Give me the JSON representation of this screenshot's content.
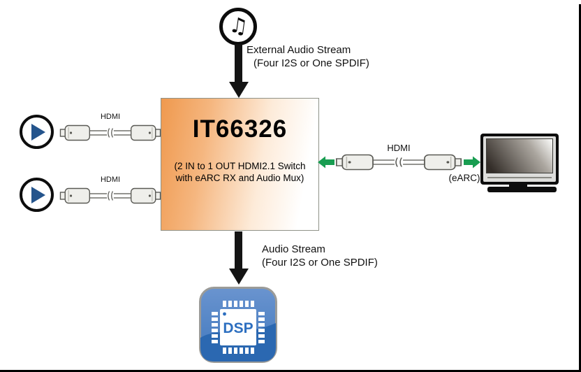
{
  "figure": {
    "top_source": {
      "icon": "music-note-icon",
      "glyph": "♫",
      "label_line1": "External Audio Stream",
      "label_line2": "(Four I2S or One SPDIF)"
    },
    "chip": {
      "name": "IT66326",
      "description_line1": "(2 IN to 1 OUT HDMI2.1 Switch",
      "description_line2": "with eARC RX and Audio Mux)"
    },
    "hdmi_inputs": [
      {
        "icon": "play-icon",
        "cable_label": "HDMI"
      },
      {
        "icon": "play-icon",
        "cable_label": "HDMI"
      }
    ],
    "hdmi_output": {
      "cable_label": "HDMI",
      "earc_label": "(eARC)",
      "sink_icon": "tv-icon"
    },
    "bottom_sink": {
      "label_line1": "Audio Stream",
      "label_line2": "(Four I2S or One SPDIF)",
      "dsp_label": "DSP",
      "icon": "dsp-chip-icon"
    },
    "colors": {
      "chip_gradient_start": "#ef994e",
      "chip_gradient_end": "#ffffff",
      "earc_arrow_green": "#189d51",
      "play_triangle_blue": "#24548c",
      "dsp_icon_blue_top": "#6a94cf",
      "dsp_icon_blue_bottom": "#2b68b1",
      "dsp_text_blue": "#2d6fc0"
    }
  }
}
